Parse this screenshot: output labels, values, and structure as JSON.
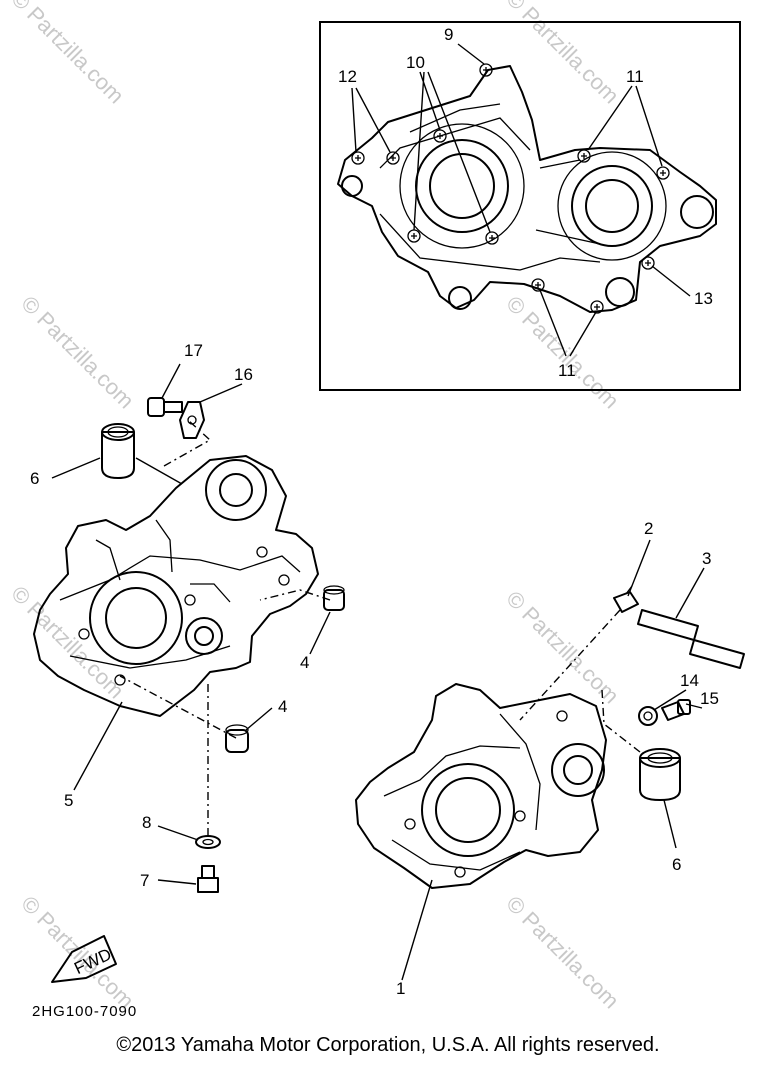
{
  "watermark": "© Partzilla.com",
  "diagram_code": "2HG100-7090",
  "fwd_label": "FWD",
  "copyright": "©2013 Yamaha Motor Corporation, U.S.A. All rights reserved.",
  "callouts": {
    "c1": "1",
    "c2": "2",
    "c3": "3",
    "c4a": "4",
    "c4b": "4",
    "c5": "5",
    "c6a": "6",
    "c6b": "6",
    "c7": "7",
    "c8": "8",
    "c9": "9",
    "c10": "10",
    "c11a": "11",
    "c11b": "11",
    "c12": "12",
    "c13": "13",
    "c14": "14",
    "c15": "15",
    "c16": "16",
    "c17": "17"
  }
}
